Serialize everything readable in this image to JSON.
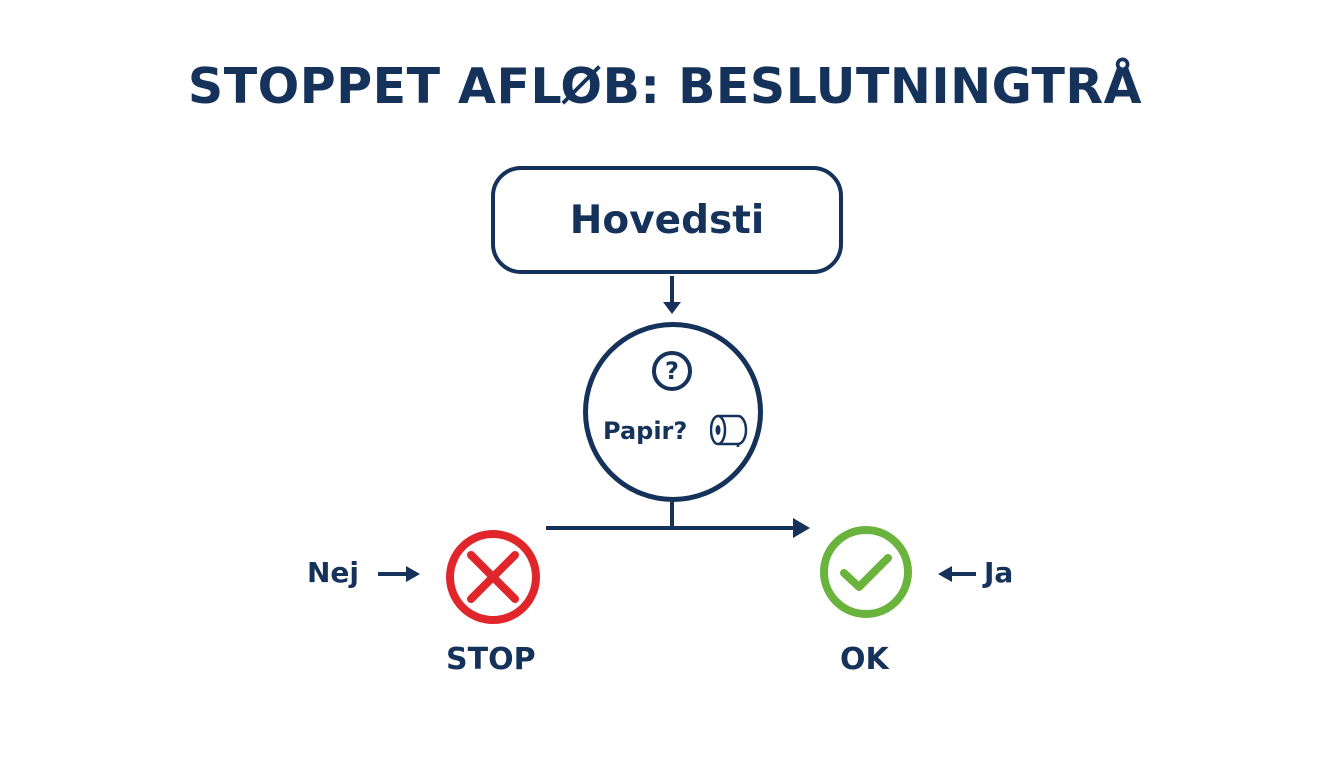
{
  "title": "STOPPET AFLØB: BESLUTNINGTRÅ",
  "nodes": {
    "start": {
      "label": "Hovedsti"
    },
    "decision": {
      "label": "Papir?",
      "icons": [
        "question-mark-icon",
        "toilet-paper-icon"
      ]
    },
    "no": {
      "edge_label": "Nej",
      "result_label": "STOP",
      "icon": "cross-circle-icon",
      "color": "#e0262b"
    },
    "yes": {
      "edge_label": "Ja",
      "result_label": "OK",
      "icon": "check-circle-icon",
      "color": "#6ab43e"
    }
  },
  "colors": {
    "primary": "#14325a",
    "background": "#ffffff"
  }
}
